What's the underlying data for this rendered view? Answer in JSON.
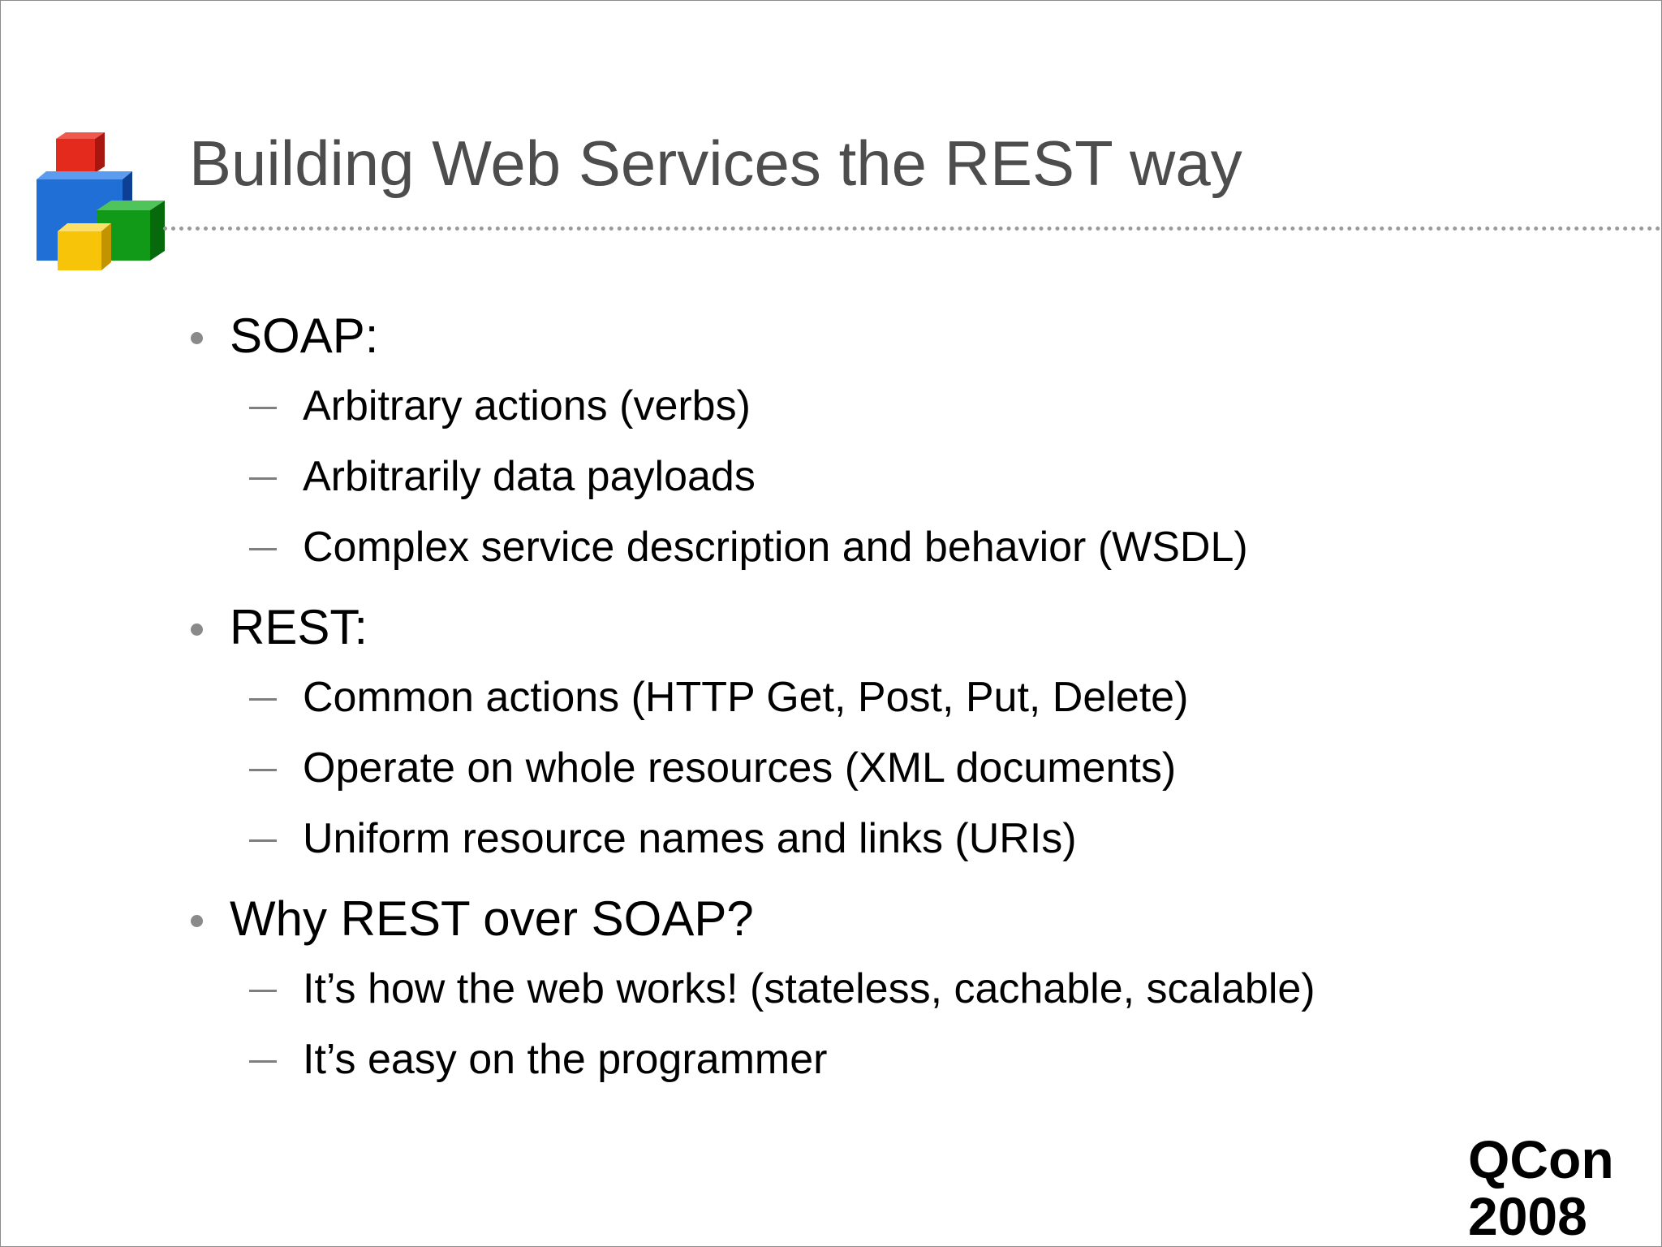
{
  "slide": {
    "title": "Building Web Services the REST way",
    "bullets": [
      {
        "label": "SOAP:",
        "subs": [
          "Arbitrary actions (verbs)",
          "Arbitrarily data payloads",
          "Complex service description and behavior (WSDL)"
        ]
      },
      {
        "label": "REST:",
        "subs": [
          "Common actions (HTTP Get, Post, Put, Delete)",
          "Operate on whole resources (XML documents)",
          "Uniform resource names and links (URIs)"
        ]
      },
      {
        "label": "Why REST over SOAP?",
        "subs": [
          "It’s how the web works! (stateless, cachable, scalable)",
          "It’s easy on the programmer"
        ]
      }
    ],
    "footer": {
      "line1": "QCon",
      "line2": "2008"
    }
  },
  "colors": {
    "title": "#4d4d4d",
    "body": "#000000",
    "rule": "#9a9a9a",
    "cube_red": "#e32a1c",
    "cube_blue": "#1f6fd6",
    "cube_green": "#109a18",
    "cube_yellow": "#f7c40a"
  },
  "icons": {
    "logo": "stacked-cubes-logo-icon"
  }
}
